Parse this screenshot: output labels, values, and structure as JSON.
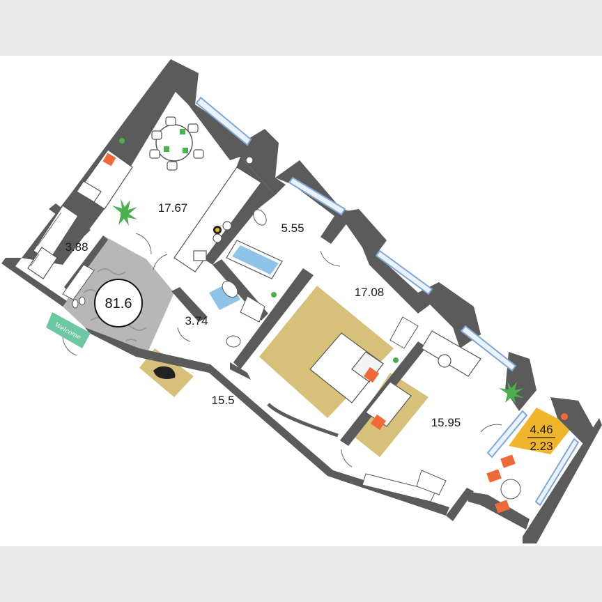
{
  "plan": {
    "total_area": "81.6",
    "rooms": {
      "living_kitchen": "17.67",
      "wardrobe": "3.88",
      "bathroom": "5.55",
      "toilet": "3.74",
      "bedroom": "17.08",
      "hall": "15.5",
      "second_bedroom": "15.95",
      "balcony_total": "4.46",
      "balcony_reduced": "2.23"
    },
    "doormat_text": "Welcome"
  },
  "colors": {
    "wall": "#5b5b5b",
    "window": "#7fa6d8",
    "hall_tile": "#b5b5b5",
    "carpet": "#d7c07a",
    "balcony_deck": "#f0b52c",
    "accent_orange": "#ef6a3a",
    "plant_green": "#4caf50",
    "doormat_green": "#6dc7a2",
    "bath_blue": "#8fc3e8"
  }
}
